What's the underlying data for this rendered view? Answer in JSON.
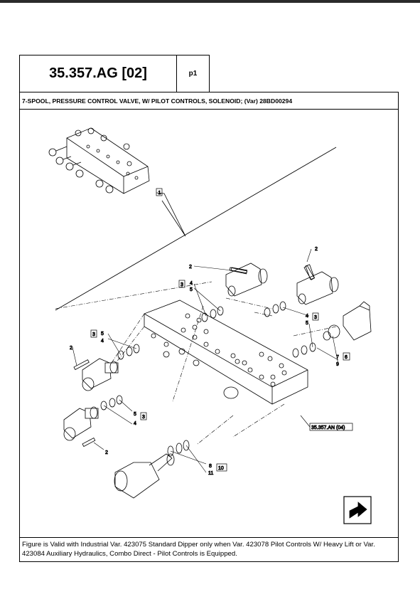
{
  "header": {
    "section_code": "35.357.AG [02]",
    "page": "p1"
  },
  "title": "7-SPOOL, PRESSURE CONTROL VALVE, W/ PILOT CONTROLS, SOLENOID; (Var) 28BD00294",
  "callouts": {
    "c1": "1",
    "c2a": "2",
    "c2b": "2",
    "c2c": "2",
    "c2d": "2",
    "c3a": "3",
    "c3b": "3",
    "c3c": "3",
    "c3d": "3",
    "c4a": "4",
    "c4b": "4",
    "c4c": "4",
    "c4d": "4",
    "c5a": "5",
    "c5b": "5",
    "c5c": "5",
    "c5d": "5",
    "c6": "6",
    "c7": "7",
    "c8": "8",
    "c9": "9",
    "c10": "10",
    "c11": "11",
    "ref": "35.357.AN (04)"
  },
  "note": "Figure is Valid with Industrial Var. 423075 Standard Dipper only when Var. 423078 Pilot Controls W/ Heavy Lift or Var. 423084 Auxiliary Hydraulics, Combo Direct - Pilot Controls is Equipped."
}
